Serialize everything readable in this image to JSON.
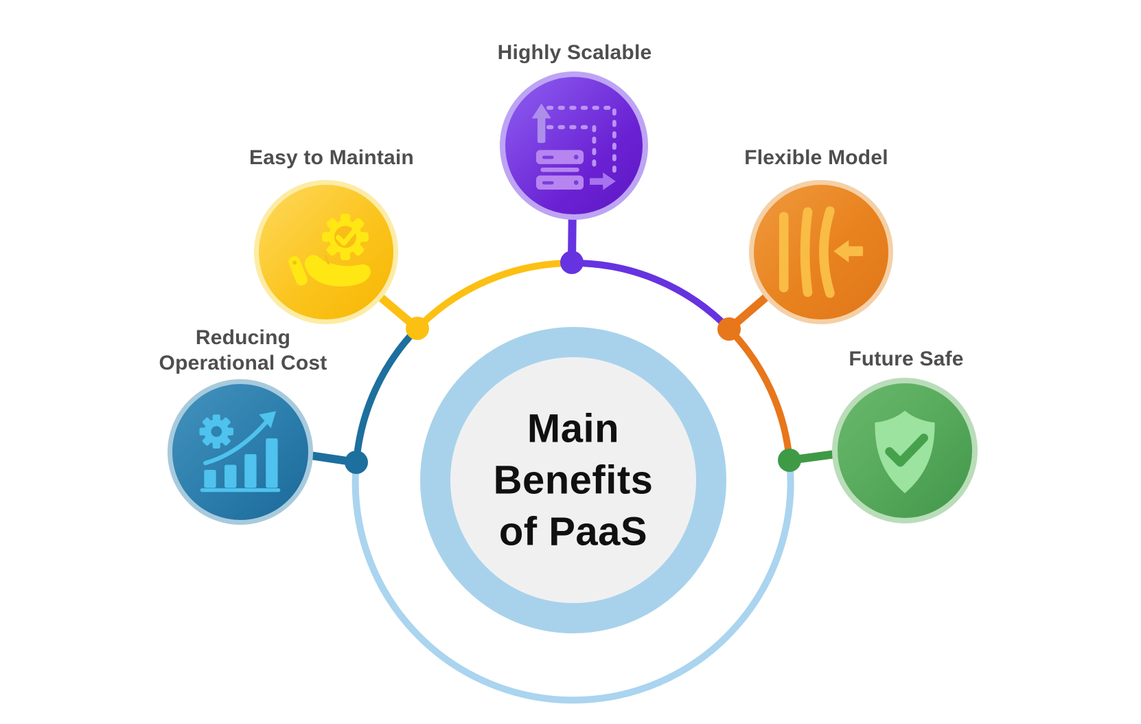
{
  "center": {
    "title": "Main Benefits of PaaS",
    "title_lines": [
      "Main",
      "Benefits",
      "of PaaS"
    ]
  },
  "benefits": [
    {
      "label": "Highly Scalable",
      "icon": "scaling-path-servers-icon",
      "color": "#6633e0"
    },
    {
      "label": "Easy to Maintain",
      "icon": "hand-gear-check-icon",
      "color": "#fcc013"
    },
    {
      "label": "Flexible Model",
      "icon": "flex-bars-arrow-icon",
      "color": "#e8761b"
    },
    {
      "label": "Reducing\nOperational Cost",
      "icon": "gear-growth-chart-icon",
      "color": "#1d6f9e"
    },
    {
      "label": "Future Safe",
      "icon": "shield-check-icon",
      "color": "#3f9a46"
    }
  ],
  "colors": {
    "arc_yellow": "#fcc013",
    "arc_purple": "#6633e0",
    "arc_orange": "#e8761b",
    "arc_teal": "#1d6f9e",
    "arc_lightblue": "#aad4ef",
    "dot_green": "#3f9a46",
    "center_ring": "#a8d2eb",
    "center_fill": "#f0f0f1",
    "label_text": "#4e4e4e",
    "title_text": "#101010"
  }
}
